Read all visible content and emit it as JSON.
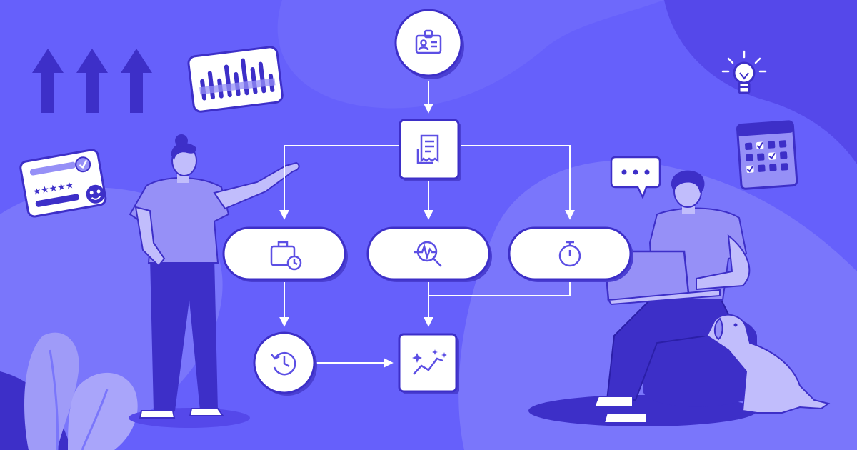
{
  "colors": {
    "background": "#6660fb",
    "blob_dark": "#5548ea",
    "blob_light": "#7a76fb",
    "node_fill": "#ffffff",
    "node_shadow": "#4a3fd2",
    "node_icon": "#5c4fe4",
    "connector": "#ffffff",
    "figure_deep": "#3d2fc8",
    "figure_mid": "#9690f7",
    "figure_light": "#c1bdfc",
    "foliage": "#9f9bf8"
  },
  "flowchart": {
    "nodes": [
      {
        "id": "identity",
        "shape": "circle",
        "icon": "id-badge-icon"
      },
      {
        "id": "document",
        "shape": "square",
        "icon": "receipt-document-icon"
      },
      {
        "id": "timesheet",
        "shape": "pill",
        "icon": "briefcase-clock-icon"
      },
      {
        "id": "analysis",
        "shape": "pill",
        "icon": "magnifier-pulse-icon"
      },
      {
        "id": "stopwatch",
        "shape": "pill",
        "icon": "stopwatch-icon"
      },
      {
        "id": "history",
        "shape": "circle",
        "icon": "history-clock-icon"
      },
      {
        "id": "insights",
        "shape": "square",
        "icon": "trend-sparkle-icon"
      }
    ],
    "edges": [
      [
        "identity",
        "document"
      ],
      [
        "document",
        "timesheet"
      ],
      [
        "document",
        "analysis"
      ],
      [
        "document",
        "stopwatch"
      ],
      [
        "timesheet",
        "history"
      ],
      [
        "history",
        "insights"
      ],
      [
        "analysis",
        "insights"
      ],
      [
        "stopwatch",
        "insights"
      ]
    ]
  },
  "decorations": {
    "arrows_count": 3,
    "rating_card_stars": 5,
    "speech_bubble_dots": 3
  }
}
